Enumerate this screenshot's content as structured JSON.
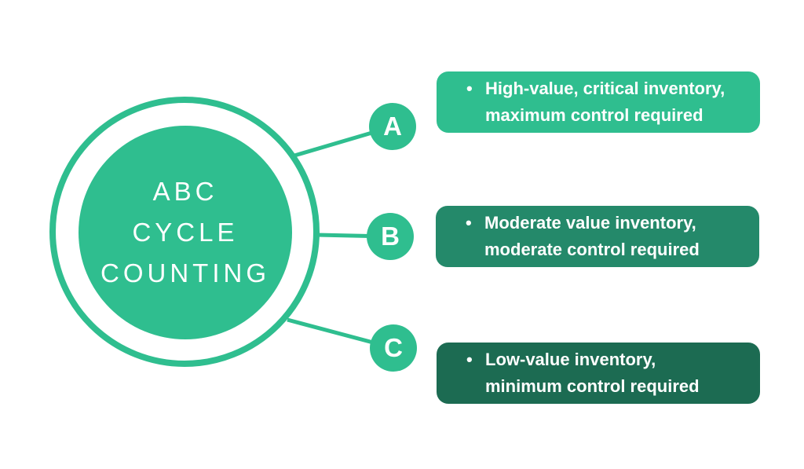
{
  "title": "ABC CYCLE COUNTING",
  "colors": {
    "accent_green": "#2FBE8F",
    "medium_green": "#24896A",
    "dark_green": "#1C6B52",
    "text_on_green": "#ffffff",
    "background": "#ffffff"
  },
  "hub": {
    "lines": [
      "ABC",
      "CYCLE",
      "COUNTING"
    ]
  },
  "bullet_glyph": "•",
  "branches": [
    {
      "label": "A",
      "color": "#2FBE8F",
      "lines": [
        "High-value, critical inventory,",
        "maximum control required"
      ]
    },
    {
      "label": "B",
      "color": "#24896A",
      "lines": [
        "Moderate value inventory,",
        "moderate control required"
      ]
    },
    {
      "label": "C",
      "color": "#1C6B52",
      "lines": [
        "Low-value inventory,",
        "minimum control required"
      ]
    }
  ]
}
